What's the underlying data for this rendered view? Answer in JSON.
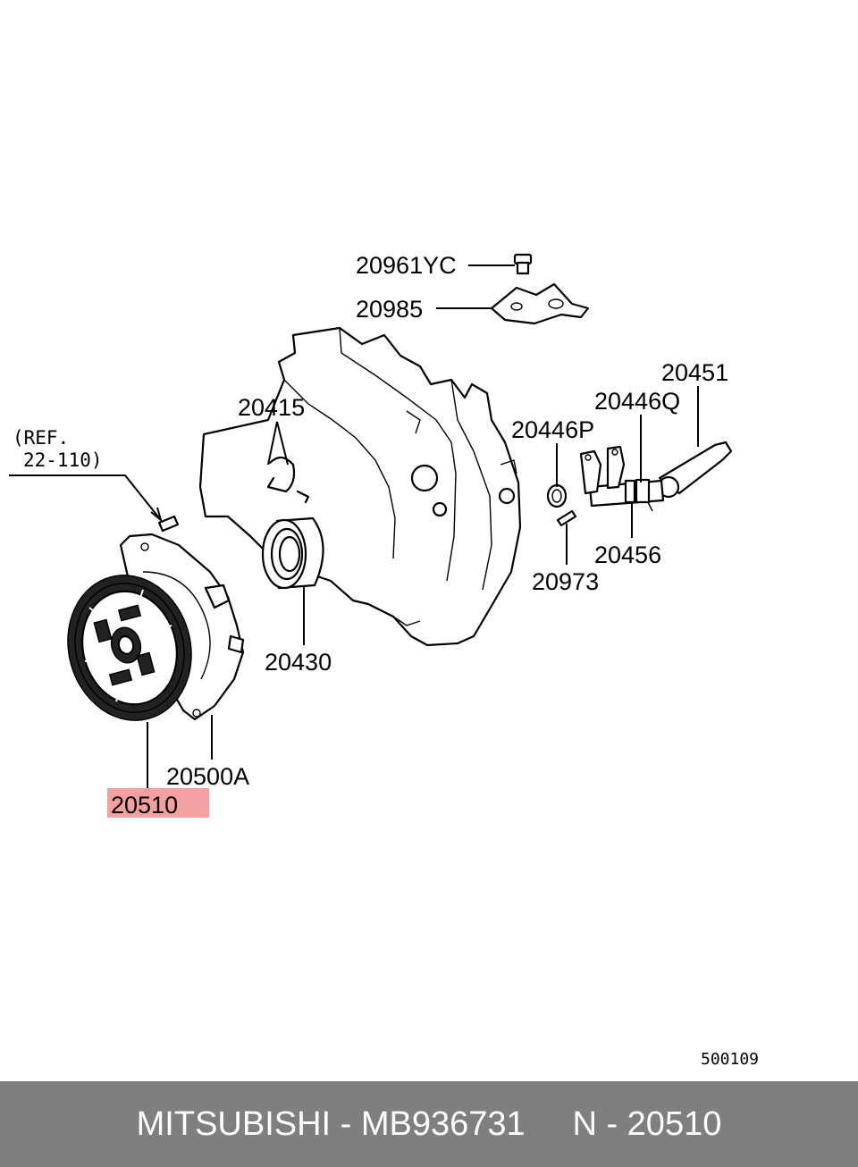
{
  "callouts": {
    "p20961yc": "20961YC",
    "p20985": "20985",
    "p20451": "20451",
    "p20446q": "20446Q",
    "p20446p": "20446P",
    "p20415": "20415",
    "ref_line1": "(REF.",
    "ref_line2": "22-110)",
    "p20456": "20456",
    "p20973": "20973",
    "p20430": "20430",
    "p20500a": "20500A",
    "p20510": "20510"
  },
  "diagram_code": "500109",
  "highlight_color": "#f4a0a0",
  "footer": {
    "text": "MITSUBISHI - MB936731     N - 20510",
    "background": "#7f7f7f"
  }
}
